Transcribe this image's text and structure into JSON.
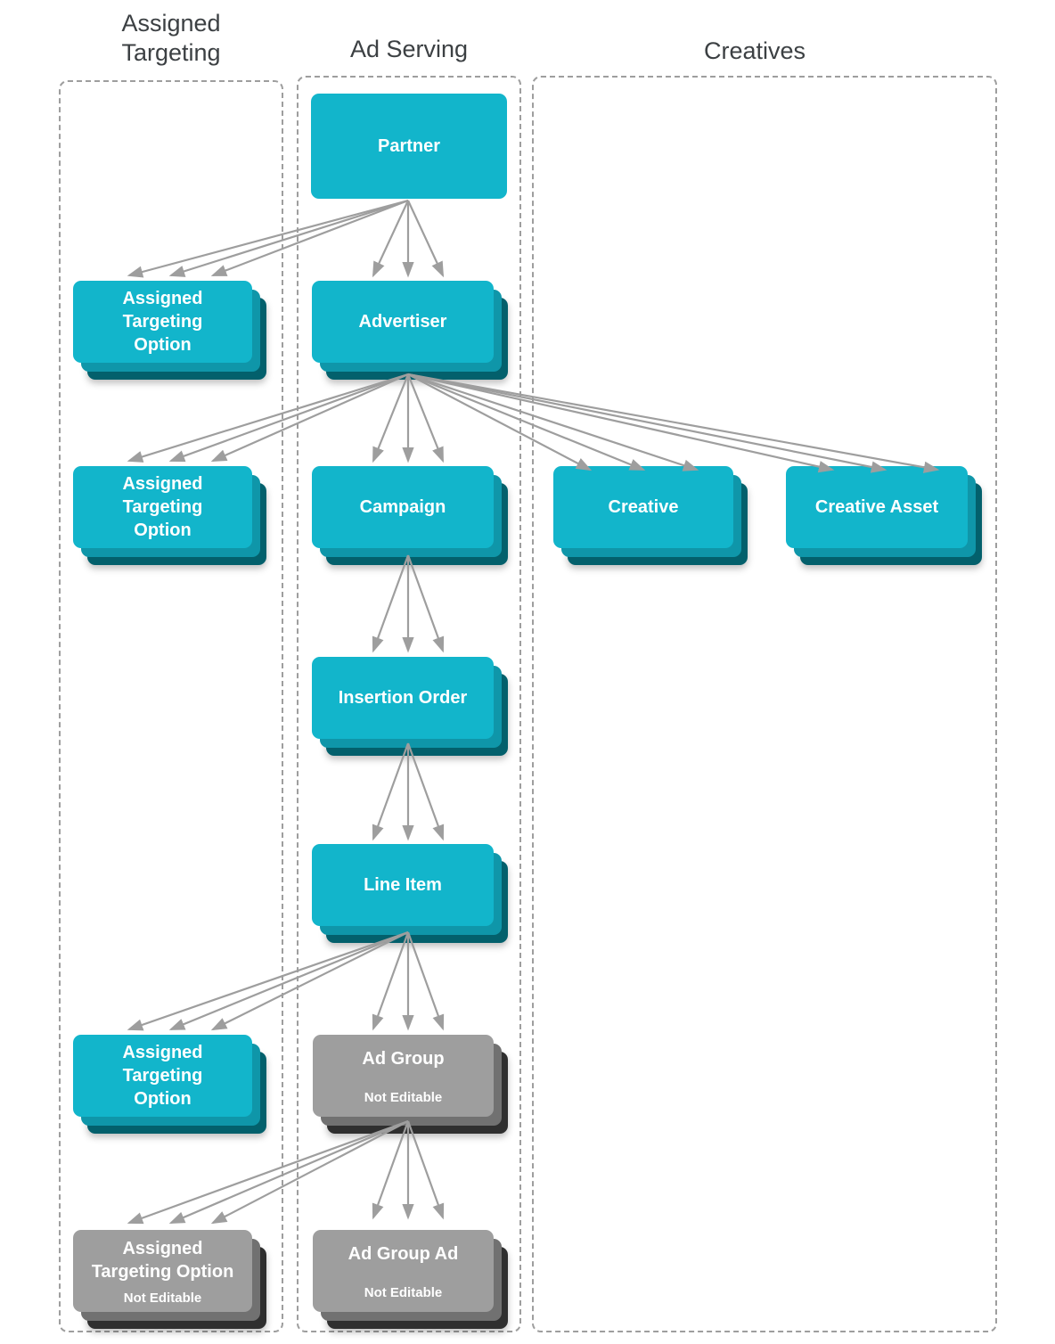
{
  "headers": {
    "assigned_targeting": "Assigned\nTargeting",
    "ad_serving": "Ad Serving",
    "creatives": "Creatives"
  },
  "nodes": {
    "partner": {
      "label": "Partner"
    },
    "ato_partner": {
      "label": "Assigned\nTargeting\nOption"
    },
    "advertiser": {
      "label": "Advertiser"
    },
    "ato_advertiser": {
      "label": "Assigned\nTargeting\nOption"
    },
    "campaign": {
      "label": "Campaign"
    },
    "creative": {
      "label": "Creative"
    },
    "creative_asset": {
      "label": "Creative Asset"
    },
    "insertion_order": {
      "label": "Insertion Order"
    },
    "line_item": {
      "label": "Line Item"
    },
    "ato_line_item": {
      "label": "Assigned\nTargeting\nOption"
    },
    "ad_group": {
      "label": "Ad Group",
      "note": "Not Editable"
    },
    "ato_ad_group": {
      "label": "Assigned\nTargeting Option",
      "note": "Not Editable"
    },
    "ad_group_ad": {
      "label": "Ad Group Ad",
      "note": "Not Editable"
    }
  },
  "edges": [
    {
      "from": "partner",
      "to": "ato_partner"
    },
    {
      "from": "partner",
      "to": "advertiser"
    },
    {
      "from": "advertiser",
      "to": "ato_advertiser"
    },
    {
      "from": "advertiser",
      "to": "campaign"
    },
    {
      "from": "advertiser",
      "to": "creative"
    },
    {
      "from": "advertiser",
      "to": "creative_asset"
    },
    {
      "from": "campaign",
      "to": "insertion_order"
    },
    {
      "from": "insertion_order",
      "to": "line_item"
    },
    {
      "from": "line_item",
      "to": "ato_line_item"
    },
    {
      "from": "line_item",
      "to": "ad_group"
    },
    {
      "from": "ad_group",
      "to": "ato_ad_group"
    },
    {
      "from": "ad_group",
      "to": "ad_group_ad"
    }
  ],
  "colors": {
    "teal-main": "#12b5cb",
    "teal-mid": "#0f96a9",
    "teal-dark": "#03606c",
    "gray-main": "#9e9e9e",
    "gray-mid": "#717171",
    "gray-dark": "#2f2f2f",
    "arrow": "#9e9e9e",
    "border": "#9e9e9e",
    "header-text": "#3c4043",
    "label-text": "#ffffff",
    "background": "#ffffff"
  }
}
